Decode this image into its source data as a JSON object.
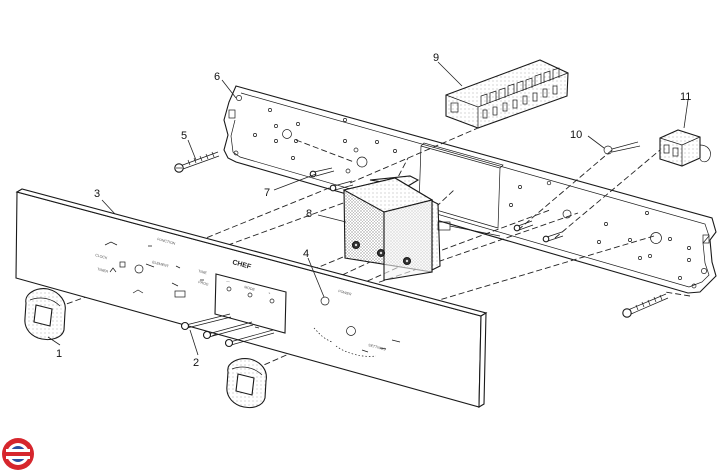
{
  "callouts": [
    {
      "id": 1,
      "label": "1"
    },
    {
      "id": 2,
      "label": "2"
    },
    {
      "id": 3,
      "label": "3"
    },
    {
      "id": 4,
      "label": "4"
    },
    {
      "id": 5,
      "label": "5"
    },
    {
      "id": 6,
      "label": "6"
    },
    {
      "id": 7,
      "label": "7"
    },
    {
      "id": 8,
      "label": "8"
    },
    {
      "id": 9,
      "label": "9"
    },
    {
      "id": 10,
      "label": "10"
    },
    {
      "id": 11,
      "label": "11"
    }
  ],
  "panel_text": {
    "brand": "CHEF",
    "center_button": "MODE",
    "small_labels": [
      "FUNCTION",
      "CLOCK",
      "TIMER",
      "ELEMENT",
      "TIME",
      "PROG",
      "POWER",
      "SETTINGS"
    ]
  },
  "logo": {
    "name": "company-logo",
    "colors": {
      "ring_outer": "#d6262d",
      "ring_mid": "#ffffff",
      "core": "#2a4fa0"
    }
  }
}
